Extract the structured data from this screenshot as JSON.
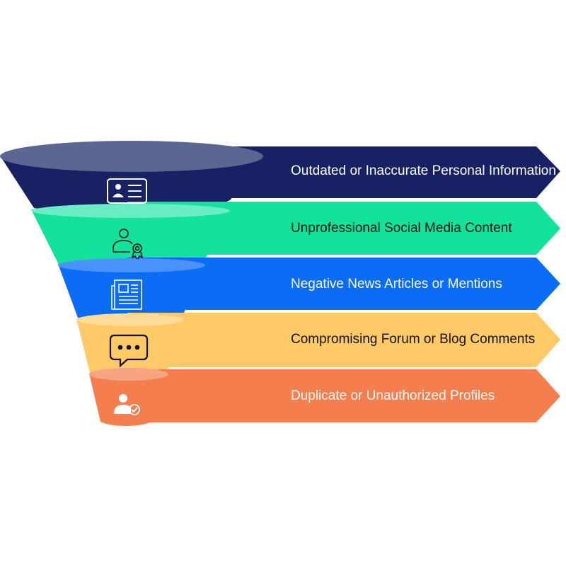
{
  "stages": [
    {
      "label": "Outdated or Inaccurate Personal Information",
      "icon": "id-card-icon",
      "color": "#172163",
      "top_color": "#5b6692",
      "text_color": "#ffffff"
    },
    {
      "label": "Unprofessional Social Media Content",
      "icon": "user-award-icon",
      "color": "#12e29d",
      "top_color": "#6aedc4",
      "text_color": "#111111"
    },
    {
      "label": "Negative News Articles or Mentions",
      "icon": "newspaper-icon",
      "color": "#0b6cf6",
      "top_color": "#4a92f9",
      "text_color": "#ffffff"
    },
    {
      "label": "Compromising Forum or Blog Comments",
      "icon": "chat-bubble-icon",
      "color": "#fec966",
      "top_color": "#fedb99",
      "text_color": "#111111"
    },
    {
      "label": "Duplicate or Unauthorized Profiles",
      "icon": "user-check-icon",
      "color": "#f47e4d",
      "top_color": "#f7a483",
      "text_color": "#ffffff"
    }
  ]
}
